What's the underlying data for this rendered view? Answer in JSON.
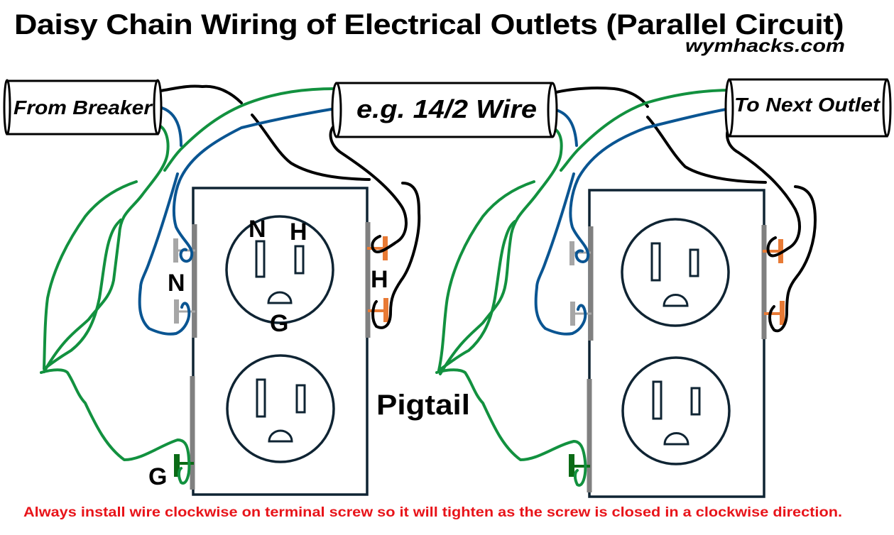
{
  "title": "Daisy Chain Wiring of Electrical Outlets (Parallel Circuit)",
  "source": "wymhacks.com",
  "cables": {
    "from_breaker": "From Breaker",
    "middle": "e.g. 14/2 Wire",
    "to_next": "To Next Outlet"
  },
  "terminal_labels": {
    "neutral_side": "N",
    "hot_side": "H",
    "ground": "G",
    "slot_neutral": "N",
    "slot_hot": "H",
    "slot_ground": "G"
  },
  "pigtail_label": "Pigtail",
  "note": "Always install wire clockwise on terminal screw so it will tighten as the screw is closed in a clockwise direction.",
  "colors": {
    "hot_wire": "#000000",
    "neutral_wire": "#0a5592",
    "ground_wire": "#12913f",
    "hot_terminal": "#e87a35",
    "neutral_terminal": "#a6a6a6",
    "ground_terminal": "#0b6b16",
    "note_text": "#e8141a",
    "outlet_outline": "#0f2433"
  }
}
